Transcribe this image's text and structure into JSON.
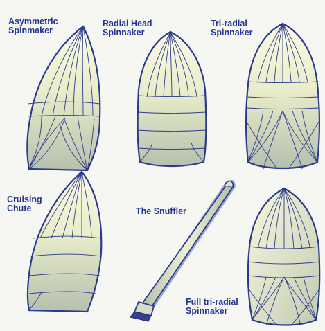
{
  "labels": {
    "asymmetric": "Asymmetric\nSpinmaker",
    "radial_head": "Radial Head\nSpinnaker",
    "tri_radial": "Tri-radial\nSpinnaker",
    "cruising_chute": "Cruising\nChute",
    "snuffler": "The Snuffler",
    "full_tri_radial": "Full tri-radial\nSpinnaker"
  },
  "colors": {
    "outline": "#2c3a8e",
    "seam": "#3b4690",
    "cloth_light": "#f7f8df",
    "cloth_dark": "#b9c4a9",
    "label": "#24348f"
  }
}
